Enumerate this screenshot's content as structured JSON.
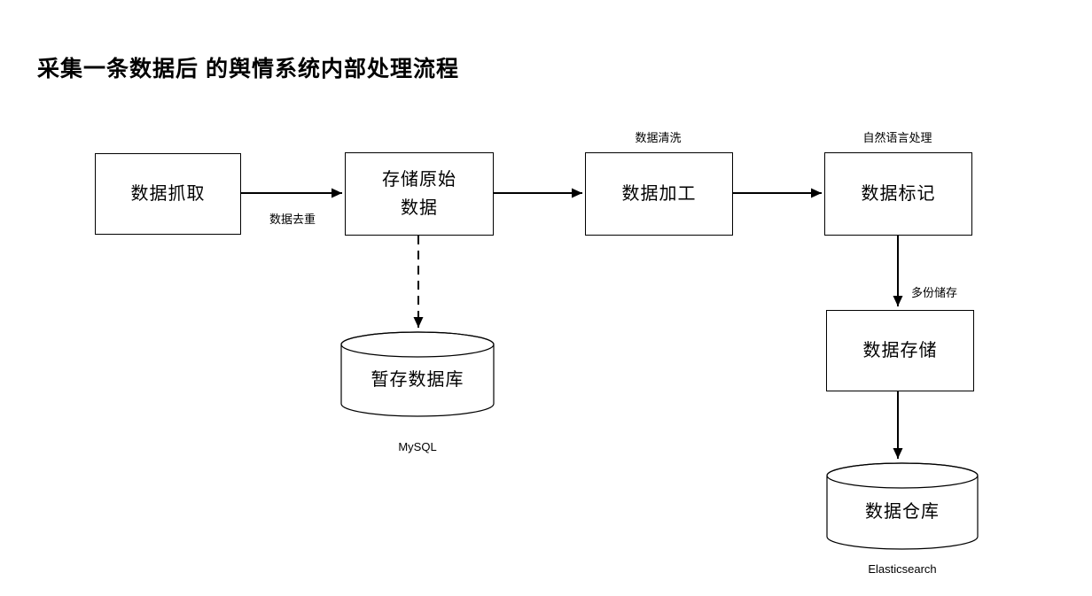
{
  "title": "采集一条数据后 的舆情系统内部处理流程",
  "boxes": {
    "fetch": {
      "label": "数据抓取"
    },
    "store_raw": {
      "line1": "存储原始",
      "line2": "数据"
    },
    "process": {
      "label": "数据加工"
    },
    "tag": {
      "label": "数据标记"
    },
    "store": {
      "label": "数据存储"
    }
  },
  "annotations": {
    "dedupe": "数据去重",
    "clean": "数据清洗",
    "nlp": "自然语言处理",
    "multi_copy": "多份储存"
  },
  "cylinders": {
    "temp_db": {
      "label": "暂存数据库",
      "caption": "MySQL"
    },
    "warehouse": {
      "label": "数据仓库",
      "caption": "Elasticsearch"
    }
  },
  "colors": {
    "stroke": "#000000",
    "background": "#ffffff",
    "text": "#000000"
  }
}
